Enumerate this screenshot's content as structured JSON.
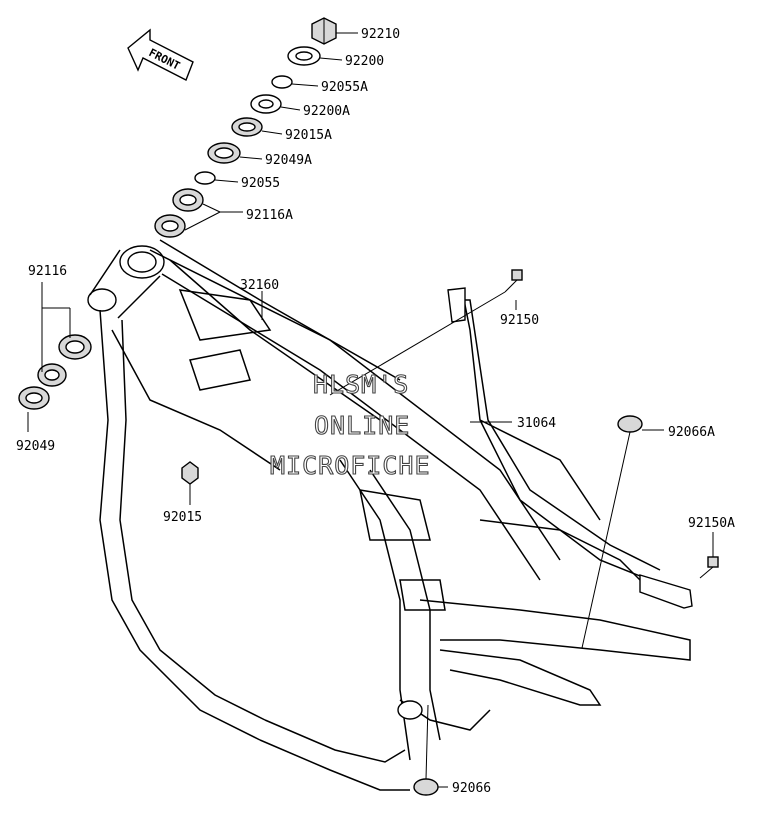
{
  "watermark": {
    "line1": "HLSM'S",
    "line2": "ONLINE",
    "line3": "MICROFICHE"
  },
  "front_arrow": {
    "label": "FRONT"
  },
  "labels": {
    "p92210": "92210",
    "p92200": "92200",
    "p92055A": "92055A",
    "p92200A": "92200A",
    "p92015A": "92015A",
    "p92049A": "92049A",
    "p92055": "92055",
    "p92116A": "92116A",
    "p92116": "92116",
    "p32160": "32160",
    "p92150": "92150",
    "p92049": "92049",
    "p31064": "31064",
    "p92066A": "92066A",
    "p92015": "92015",
    "p92150A": "92150A",
    "p92066": "92066"
  },
  "colors": {
    "line": "#000000",
    "background": "#ffffff"
  }
}
